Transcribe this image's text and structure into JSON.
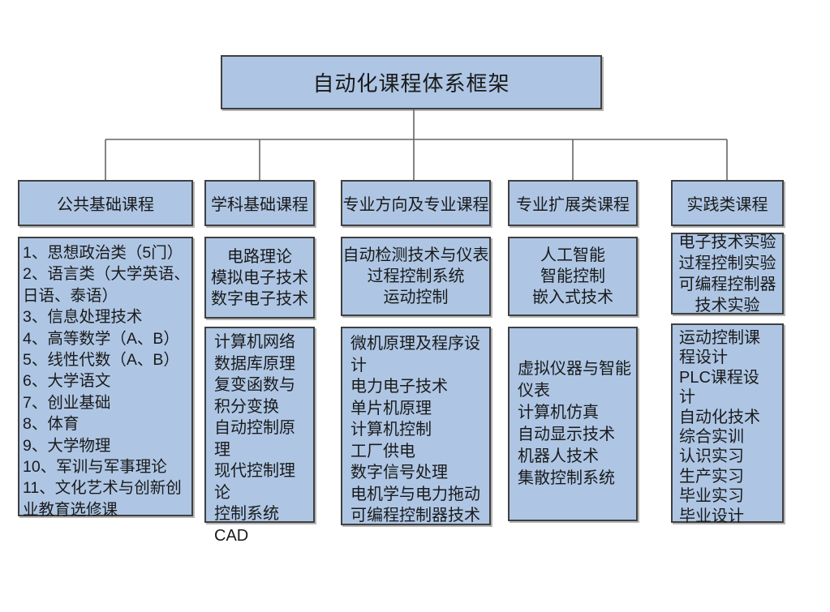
{
  "title": "自动化课程体系框架",
  "colors": {
    "box_fill": "#aec6e4",
    "box_border": "#404040",
    "connector": "#666666"
  },
  "columns": [
    {
      "header": "公共基础课程",
      "boxes": [
        [
          "1、思想政治类（5门）",
          "2、语言类（大学英语、日语、泰语）",
          "3、信息处理技术",
          "4、高等数学（A、B）",
          "5、线性代数（A、B）",
          "6、大学语文",
          "7、创业基础",
          "8、体育",
          "9、大学物理",
          "10、军训与军事理论",
          "11、文化艺术与创新创业教育选修课"
        ]
      ]
    },
    {
      "header": "学科基础课程",
      "boxes": [
        [
          "电路理论",
          "模拟电子技术",
          "数字电子技术"
        ],
        [
          "计算机网络",
          "数据库原理",
          "复变函数与积分变换",
          "自动控制原理",
          "现代控制理论",
          "控制系统CAD"
        ]
      ]
    },
    {
      "header": "专业方向及专业课程",
      "boxes": [
        [
          "自动检测技术与仪表",
          "过程控制系统",
          "运动控制"
        ],
        [
          "微机原理及程序设计",
          "电力电子技术",
          "单片机原理",
          "计算机控制",
          "工厂供电",
          "数字信号处理",
          "电机学与电力拖动",
          "可编程控制器技术"
        ]
      ]
    },
    {
      "header": "专业扩展类课程",
      "boxes": [
        [
          "人工智能",
          "智能控制",
          "嵌入式技术"
        ],
        [
          "虚拟仪器与智能仪表",
          "计算机仿真",
          "自动显示技术",
          "机器人技术",
          "集散控制系统"
        ]
      ]
    },
    {
      "header": "实践类课程",
      "boxes": [
        [
          "电子技术实验",
          "过程控制实验",
          "可编程控制器技术实验"
        ],
        [
          "运动控制课程设计",
          "PLC课程设计",
          "自动化技术综合实训",
          "认识实习",
          "生产实习",
          "毕业实习",
          "毕业设计"
        ]
      ]
    }
  ]
}
